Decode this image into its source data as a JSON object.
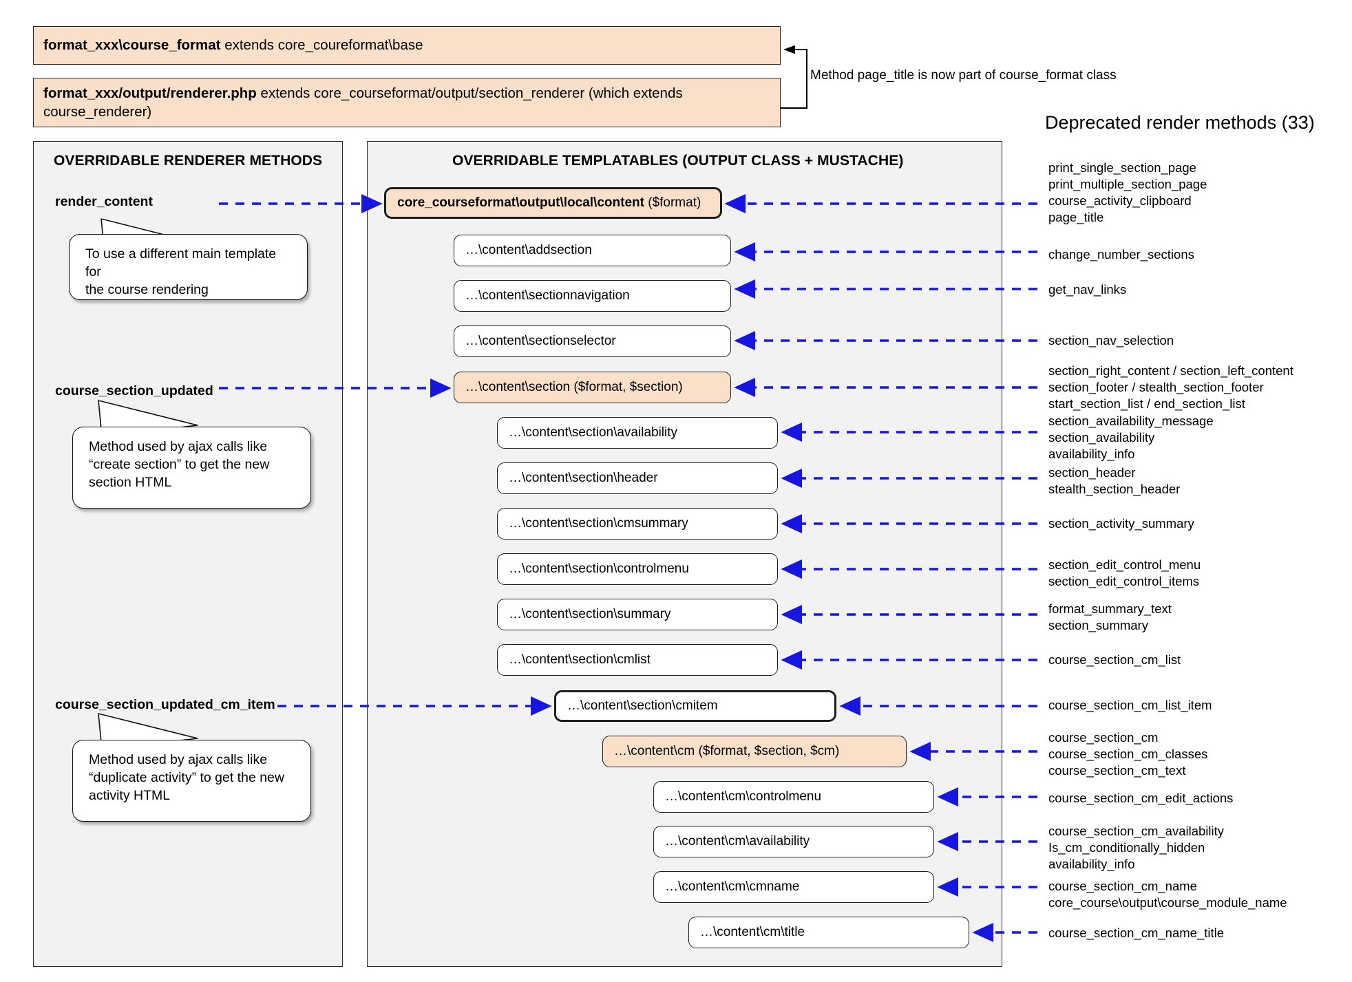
{
  "colors": {
    "orange_fill": "#fbe0c9",
    "panel_fill": "#f2f2f2",
    "arrow_blue": "#1616e0",
    "outline": "#1d1d1d"
  },
  "header": {
    "class_box": {
      "bold": "format_xxx\\course_format",
      "rest": " extends core_coureformat\\base"
    },
    "renderer_box": {
      "bold": "format_xxx/output/renderer.php",
      "rest": " extends core_courseformat/output/section_renderer (which extends course_renderer)"
    },
    "note": "Method page_title is now part of course_format class"
  },
  "left_panel": {
    "title": "OVERRIDABLE RENDERER METHODS",
    "methods": [
      {
        "name": "render_content"
      },
      {
        "name": "course_section_updated"
      },
      {
        "name": "course_section_updated_cm_item"
      }
    ],
    "callouts": [
      {
        "lines": [
          "To use a different main template for",
          "the course rendering"
        ]
      },
      {
        "lines": [
          "Method used by ajax calls like",
          "“create section” to get the new",
          "section HTML"
        ]
      },
      {
        "lines": [
          "Method used by ajax calls like",
          "“duplicate activity” to get the new",
          "activity HTML"
        ]
      }
    ]
  },
  "center_panel": {
    "title": "OVERRIDABLE TEMPLATABLES (OUTPUT CLASS + MUSTACHE)",
    "boxes": [
      {
        "bold": "core_courseformat\\output\\local\\content",
        "rest": " ($format)",
        "style": "orange-strong"
      },
      {
        "bold": "",
        "rest": "…\\content\\addsection",
        "style": "plain"
      },
      {
        "bold": "",
        "rest": "…\\content\\sectionnavigation",
        "style": "plain"
      },
      {
        "bold": "",
        "rest": "…\\content\\sectionselector",
        "style": "plain"
      },
      {
        "bold": "",
        "rest": "…\\content\\section ($format, $section)",
        "style": "orange"
      },
      {
        "bold": "",
        "rest": "…\\content\\section\\availability",
        "style": "plain"
      },
      {
        "bold": "",
        "rest": "…\\content\\section\\header",
        "style": "plain"
      },
      {
        "bold": "",
        "rest": "…\\content\\section\\cmsummary",
        "style": "plain"
      },
      {
        "bold": "",
        "rest": "…\\content\\section\\controlmenu",
        "style": "plain"
      },
      {
        "bold": "",
        "rest": "…\\content\\section\\summary",
        "style": "plain"
      },
      {
        "bold": "",
        "rest": "…\\content\\section\\cmlist",
        "style": "plain"
      },
      {
        "bold": "",
        "rest": "…\\content\\section\\cmitem",
        "style": "strong"
      },
      {
        "bold": "",
        "rest": "…\\content\\cm ($format, $section, $cm)",
        "style": "orange"
      },
      {
        "bold": "",
        "rest": "…\\content\\cm\\controlmenu",
        "style": "plain"
      },
      {
        "bold": "",
        "rest": "…\\content\\cm\\availability",
        "style": "plain"
      },
      {
        "bold": "",
        "rest": "…\\content\\cm\\cmname",
        "style": "plain"
      },
      {
        "bold": "",
        "rest": "…\\content\\cm\\title",
        "style": "plain"
      }
    ]
  },
  "right_panel": {
    "title": "Deprecated render methods (33)",
    "groups": [
      {
        "lines": [
          "print_single_section_page",
          "print_multiple_section_page",
          "course_activity_clipboard",
          "page_title"
        ]
      },
      {
        "lines": [
          "change_number_sections"
        ]
      },
      {
        "lines": [
          "get_nav_links"
        ]
      },
      {
        "lines": [
          "section_nav_selection"
        ]
      },
      {
        "lines": [
          "section_right_content / section_left_content",
          "section_footer / stealth_section_footer",
          "start_section_list / end_section_list"
        ]
      },
      {
        "lines": [
          "section_availability_message",
          "section_availability",
          "availability_info"
        ]
      },
      {
        "lines": [
          "section_header",
          "stealth_section_header"
        ]
      },
      {
        "lines": [
          "section_activity_summary"
        ]
      },
      {
        "lines": [
          "section_edit_control_menu",
          "section_edit_control_items"
        ]
      },
      {
        "lines": [
          "format_summary_text",
          "section_summary"
        ]
      },
      {
        "lines": [
          "course_section_cm_list"
        ]
      },
      {
        "lines": [
          "course_section_cm_list_item"
        ]
      },
      {
        "lines": [
          "course_section_cm",
          "course_section_cm_classes",
          "course_section_cm_text"
        ]
      },
      {
        "lines": [
          "course_section_cm_edit_actions"
        ]
      },
      {
        "lines": [
          "course_section_cm_availability",
          "Is_cm_conditionally_hidden",
          "availability_info"
        ]
      },
      {
        "lines": [
          "course_section_cm_name",
          "core_course\\output\\course_module_name"
        ]
      },
      {
        "lines": [
          "course_section_cm_name_title"
        ]
      }
    ]
  }
}
